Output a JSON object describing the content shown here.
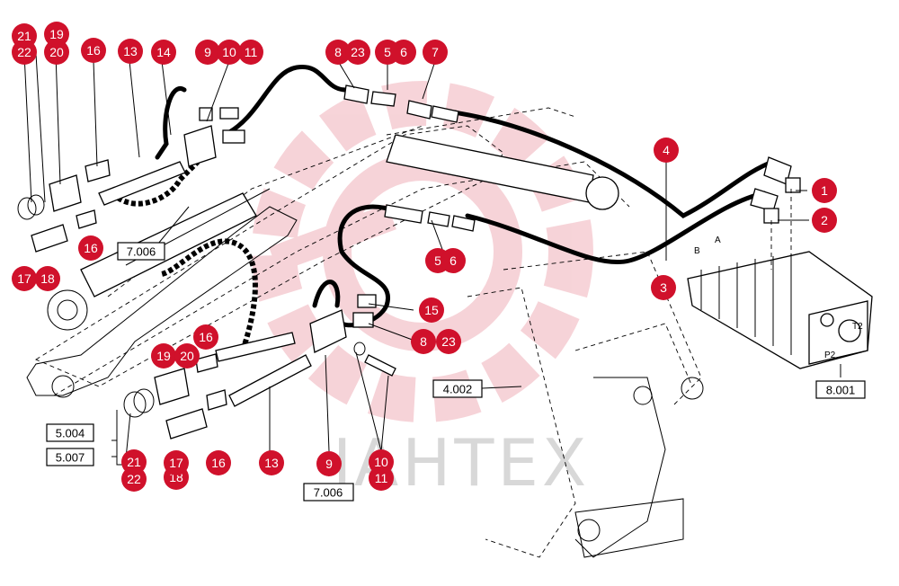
{
  "watermark": {
    "text": "JAHTEX",
    "color": "#d0112b"
  },
  "accent_color": "#d0112b",
  "callouts": [
    {
      "id": "c21a",
      "label": "21"
    },
    {
      "id": "c19a",
      "label": "19"
    },
    {
      "id": "c22a",
      "label": "22"
    },
    {
      "id": "c20a",
      "label": "20"
    },
    {
      "id": "c16a",
      "label": "16"
    },
    {
      "id": "c13a",
      "label": "13"
    },
    {
      "id": "c14",
      "label": "14"
    },
    {
      "id": "c9a",
      "label": "9"
    },
    {
      "id": "c10a",
      "label": "10"
    },
    {
      "id": "c11a",
      "label": "11"
    },
    {
      "id": "c8a",
      "label": "8"
    },
    {
      "id": "c23a",
      "label": "23"
    },
    {
      "id": "c5a",
      "label": "5"
    },
    {
      "id": "c6a",
      "label": "6"
    },
    {
      "id": "c7",
      "label": "7"
    },
    {
      "id": "c4",
      "label": "4"
    },
    {
      "id": "c1",
      "label": "1"
    },
    {
      "id": "c2",
      "label": "2"
    },
    {
      "id": "c3",
      "label": "3"
    },
    {
      "id": "c16b",
      "label": "16"
    },
    {
      "id": "c17a",
      "label": "17"
    },
    {
      "id": "c18a",
      "label": "18"
    },
    {
      "id": "c5b",
      "label": "5"
    },
    {
      "id": "c6b",
      "label": "6"
    },
    {
      "id": "c15",
      "label": "15"
    },
    {
      "id": "c8b",
      "label": "8"
    },
    {
      "id": "c23b",
      "label": "23"
    },
    {
      "id": "c16c",
      "label": "16"
    },
    {
      "id": "c19b",
      "label": "19"
    },
    {
      "id": "c20b",
      "label": "20"
    },
    {
      "id": "c21b",
      "label": "21"
    },
    {
      "id": "c22b",
      "label": "22"
    },
    {
      "id": "c17b",
      "label": "17"
    },
    {
      "id": "c18b",
      "label": "18"
    },
    {
      "id": "c16d",
      "label": "16"
    },
    {
      "id": "c13b",
      "label": "13"
    },
    {
      "id": "c9b",
      "label": "9"
    },
    {
      "id": "c10b",
      "label": "10"
    },
    {
      "id": "c11b",
      "label": "11"
    }
  ],
  "ref_boxes": [
    {
      "id": "r7006a",
      "label": "7.006"
    },
    {
      "id": "r4002",
      "label": "4.002"
    },
    {
      "id": "r8001",
      "label": "8.001"
    },
    {
      "id": "r5004",
      "label": "5.004"
    },
    {
      "id": "r5007",
      "label": "5.007"
    },
    {
      "id": "r7006b",
      "label": "7.006"
    }
  ],
  "valve_letters": {
    "a": "A",
    "b": "B",
    "p2": "P2",
    "t2": "T2"
  }
}
